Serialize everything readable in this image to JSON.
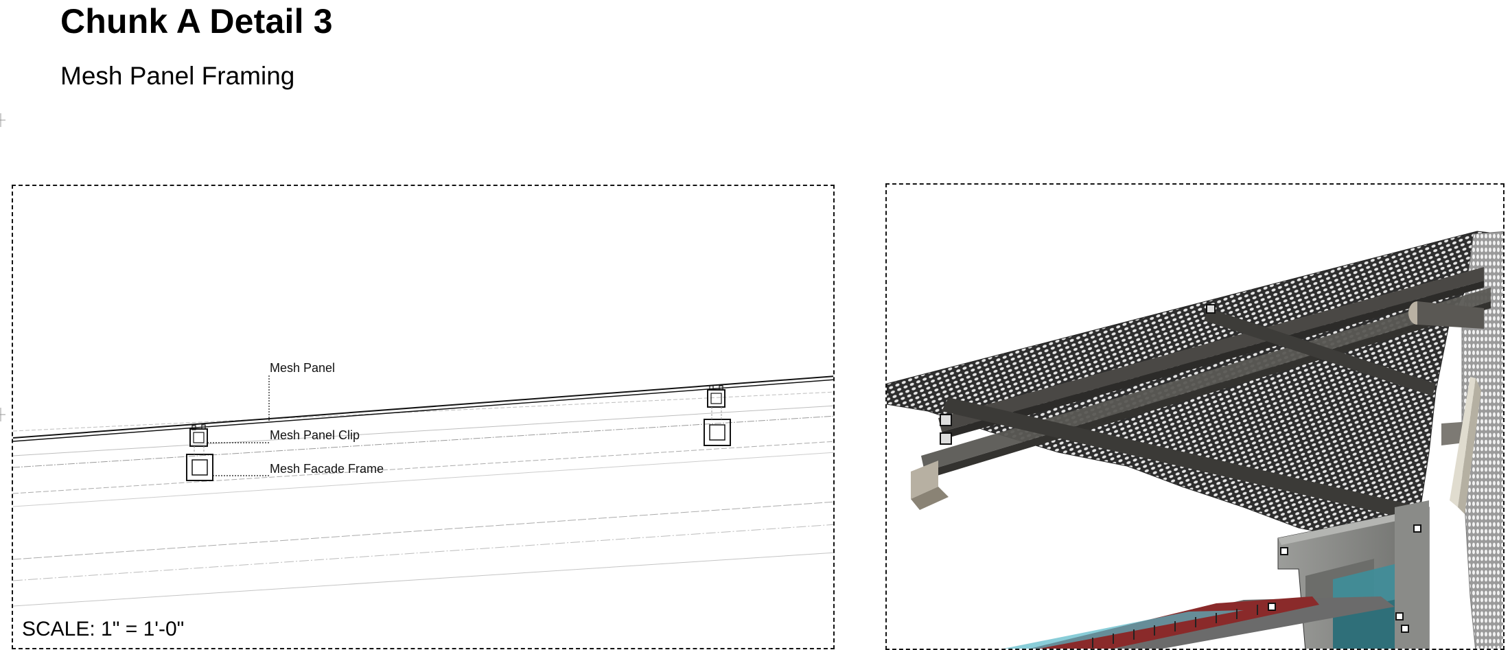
{
  "header": {
    "title": "Chunk A Detail 3",
    "subtitle": "Mesh Panel Framing"
  },
  "section_drawing": {
    "callouts": {
      "mesh_panel": "Mesh Panel",
      "mesh_panel_clip": "Mesh Panel Clip",
      "mesh_facade_frame": "Mesh Facade Frame"
    },
    "scale": "SCALE: 1\" = 1'-0\""
  },
  "render": {
    "colors": {
      "mesh": "#3a3a3a",
      "mesh_light": "#d9d9d9",
      "steel": "#4a4845",
      "steel_light": "#8c8a86",
      "concrete": "#8e8f8c",
      "insulation": "#3e8e9a",
      "red_beam": "#8a2a2a"
    }
  }
}
